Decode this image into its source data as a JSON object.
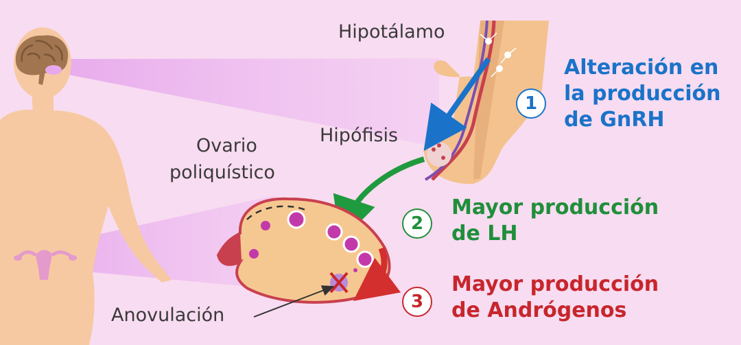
{
  "labels": {
    "hypothalamus": "Hipotálamo",
    "pituitary": "Hipófisis",
    "ovary_line1": "Ovario",
    "ovary_line2": "poliquístico",
    "anovulation": "Anovulación"
  },
  "steps": [
    {
      "number": "1",
      "line1": "Alteración en",
      "line2": "la producción",
      "line3": "de GnRH",
      "color": "#1a73c9"
    },
    {
      "number": "2",
      "line1": "Mayor producción",
      "line2": "de LH",
      "color": "#1f8f3a"
    },
    {
      "number": "3",
      "line1": "Mayor producción",
      "line2": "de Andrógenos",
      "color": "#c7262c"
    }
  ],
  "colors": {
    "background": "#f8dcf1",
    "body_silhouette": "#f7c9a3",
    "beam": "#eab6ee",
    "ovary_fill": "#f6c891",
    "ovary_border": "#c8404e",
    "follicle": "#c23aa9",
    "blue_arrow": "#1a73c9",
    "green_arrow": "#1f9a3e",
    "red_arrow": "#d32f2f"
  }
}
